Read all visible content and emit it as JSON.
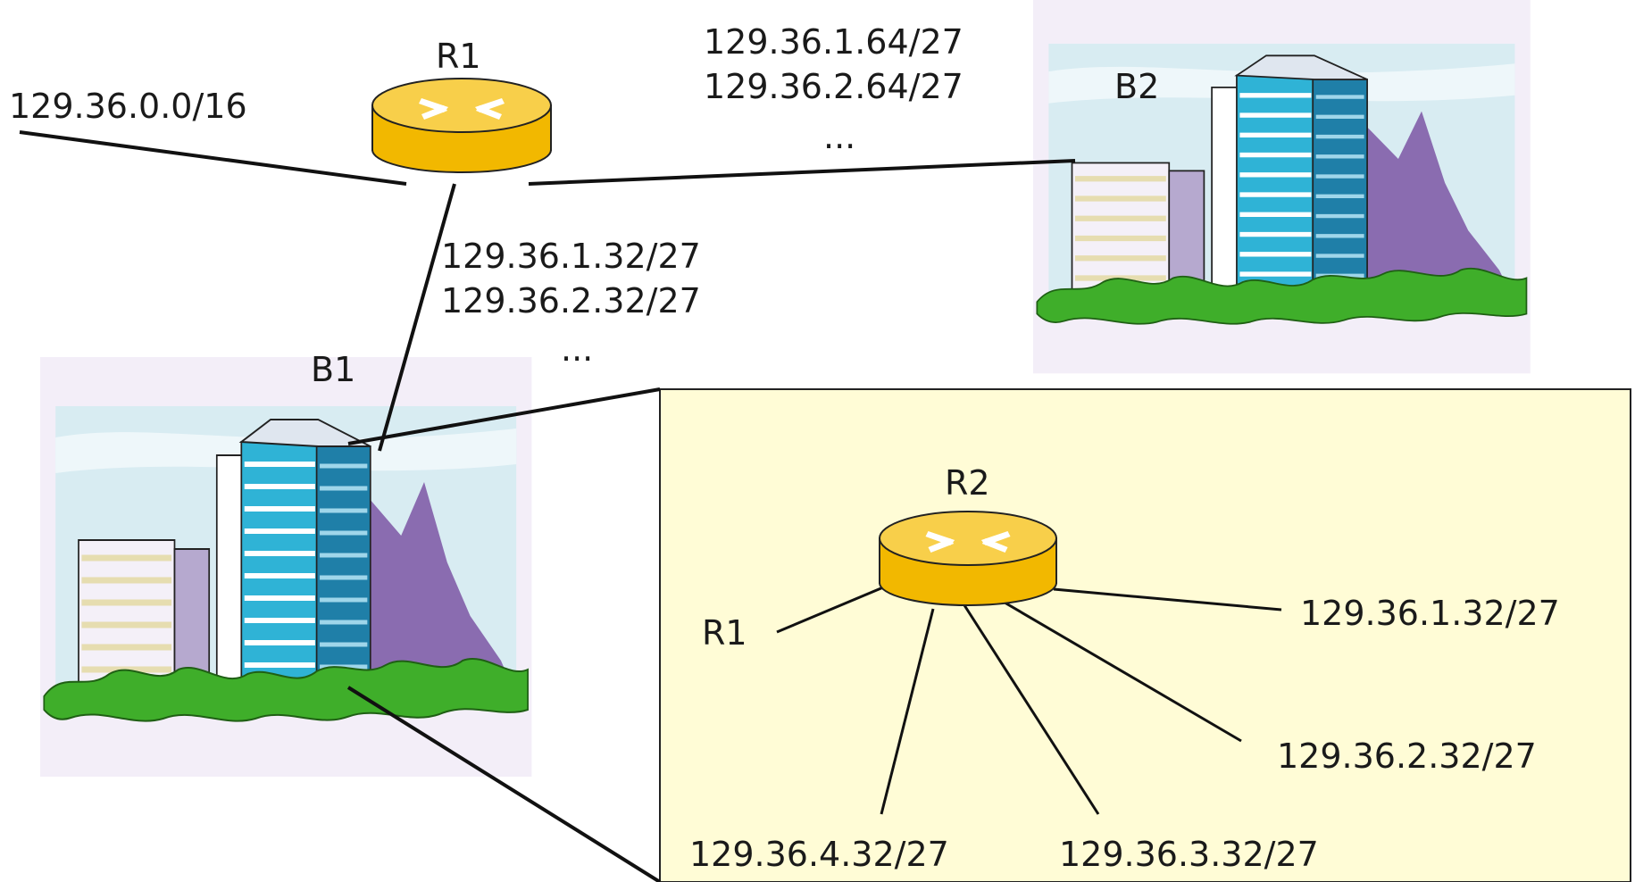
{
  "routers": {
    "r1": {
      "name": "R1"
    },
    "r2": {
      "name": "R2"
    }
  },
  "buildings": {
    "b1": {
      "name": "B1"
    },
    "b2": {
      "name": "B2"
    }
  },
  "links": {
    "internet_prefix": "129.36.0.0/16",
    "r1_b2": [
      "129.36.1.64/27",
      "129.36.2.64/27",
      "..."
    ],
    "r1_b1": [
      "129.36.1.32/27",
      "129.36.2.32/27",
      "..."
    ]
  },
  "inset": {
    "r1_label": "R1",
    "subnets": [
      "129.36.1.32/27",
      "129.36.2.32/27",
      "129.36.3.32/27",
      "129.36.4.32/27"
    ]
  },
  "colors": {
    "router_body": "#f2b800",
    "router_top": "#f8cf4a",
    "inset_bg": "#fffcd6",
    "building_blue": "#2fb3d6",
    "tree_green": "#3fae2a",
    "hill_purple": "#8a6cb0"
  }
}
